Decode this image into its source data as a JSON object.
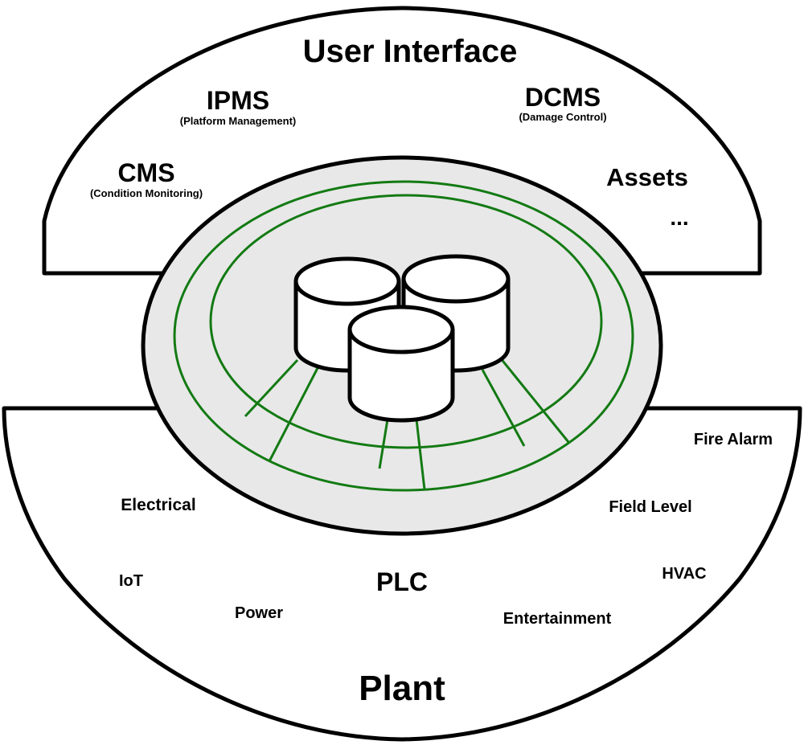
{
  "colors": {
    "outline": "#000000",
    "segment_fill": "#ffffff",
    "hub_fill": "#e8e8e8",
    "network_lines": "#137a13"
  },
  "user_interface": {
    "title": "User Interface",
    "systems": [
      {
        "name": "IPMS",
        "detail": "(Platform Management)"
      },
      {
        "name": "DCMS",
        "detail": "(Damage Control)"
      },
      {
        "name": "CMS",
        "detail": "(Condition Monitoring)"
      },
      {
        "name": "Assets",
        "detail": ""
      }
    ],
    "more": "..."
  },
  "hub": {
    "database_icons": [
      "database-icon",
      "database-icon",
      "database-icon"
    ]
  },
  "plant": {
    "title": "Plant",
    "items": {
      "fire_alarm": "Fire Alarm",
      "electrical": "Electrical",
      "field_level": "Field Level",
      "iot": "IoT",
      "plc": "PLC",
      "hvac": "HVAC",
      "power": "Power",
      "entertainment": "Entertainment"
    }
  }
}
